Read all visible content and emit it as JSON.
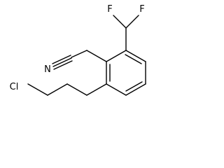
{
  "molecule": {
    "atoms": {
      "fluorine_left": "F",
      "fluorine_right": "F",
      "nitrogen": "N",
      "chlorine": "Cl"
    },
    "colors": {
      "bond": "#000000",
      "label": "#000000",
      "background": "#ffffff"
    }
  }
}
